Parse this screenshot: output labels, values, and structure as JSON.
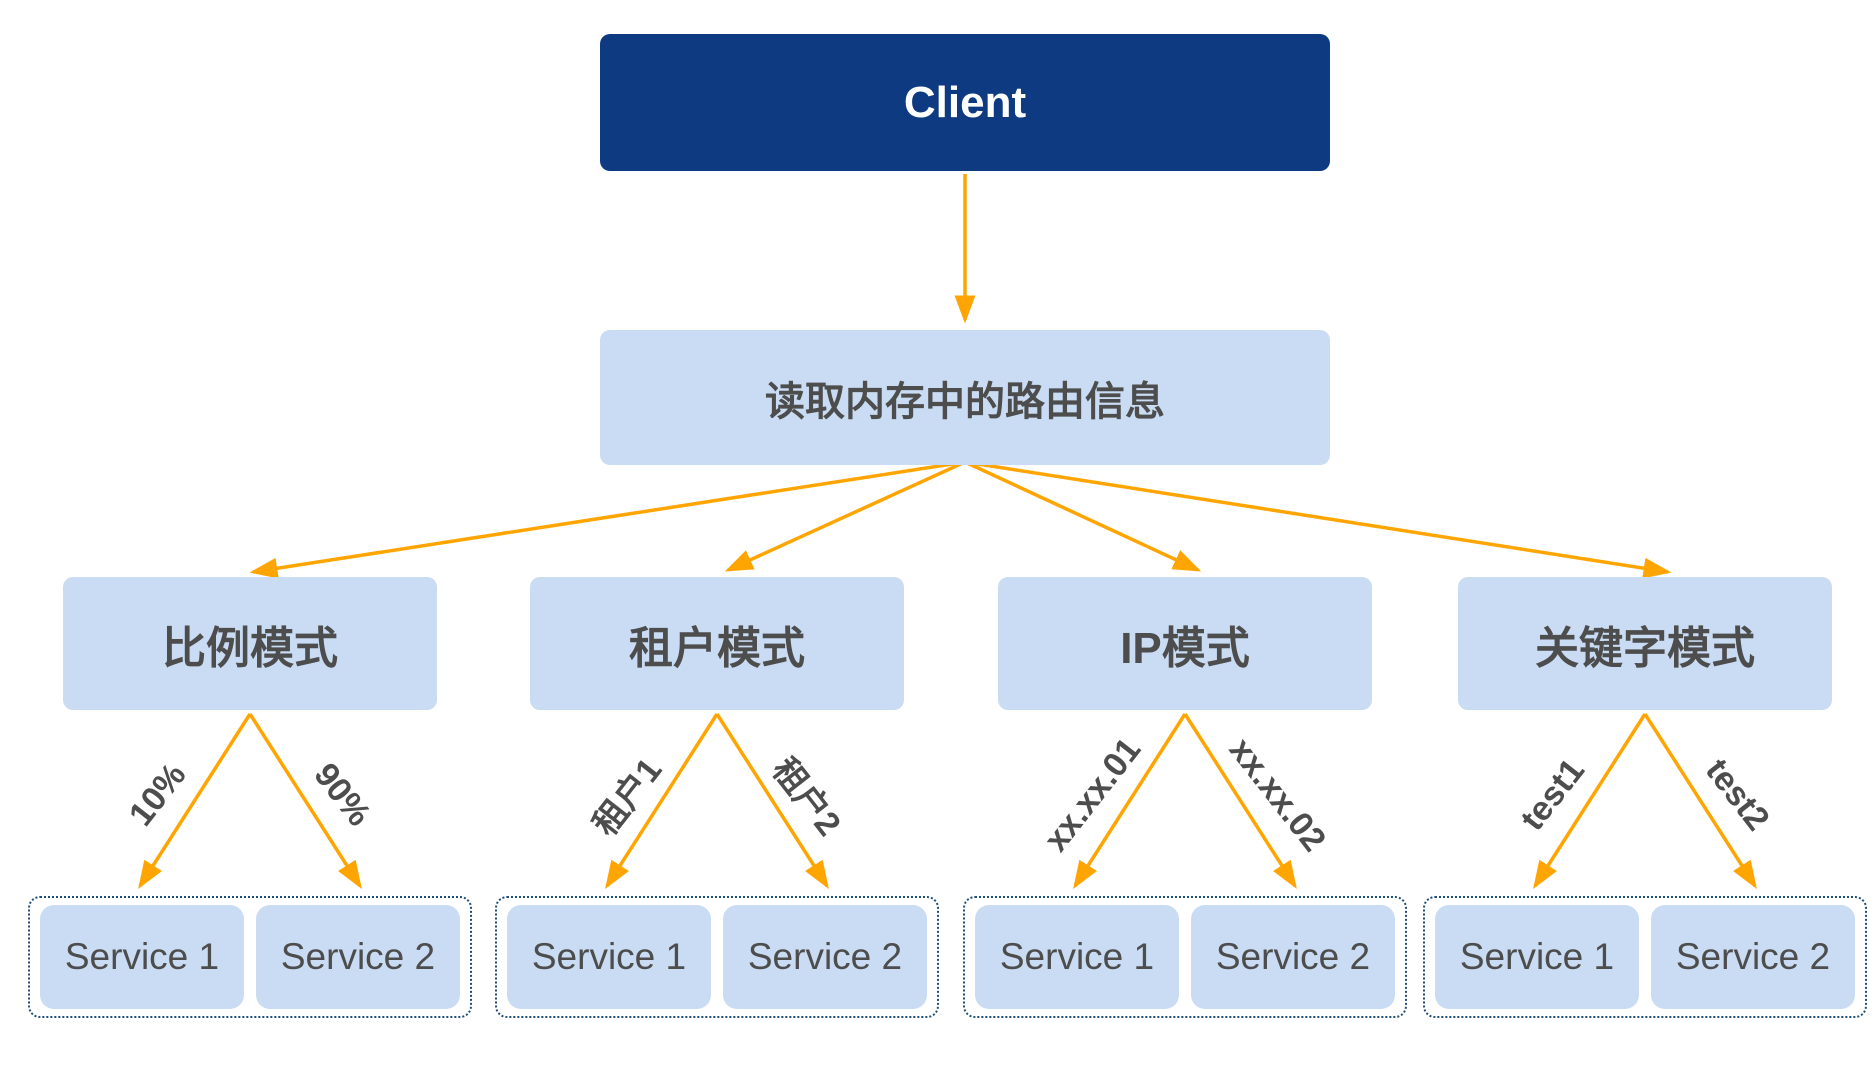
{
  "diagram": {
    "client": {
      "label": "Client"
    },
    "router": {
      "label": "读取内存中的路由信息"
    },
    "modes": [
      {
        "label": "比例模式",
        "left_branch": "10%",
        "right_branch": "90%",
        "services": [
          "Service 1",
          "Service 2"
        ]
      },
      {
        "label": "租户模式",
        "left_branch": "租户1",
        "right_branch": "租户2",
        "services": [
          "Service 1",
          "Service 2"
        ]
      },
      {
        "label": "IP模式",
        "left_branch": "xx.xx.01",
        "right_branch": "xx.xx.02",
        "services": [
          "Service 1",
          "Service 2"
        ]
      },
      {
        "label": "关键字模式",
        "left_branch": "test1",
        "right_branch": "test2",
        "services": [
          "Service 1",
          "Service 2"
        ]
      }
    ],
    "colors": {
      "navy": "#0d3a80",
      "lightblue": "#c9dcf4",
      "arrow": "#ffa502",
      "text": "#4d4d4d",
      "dotted": "#1f4e79"
    }
  }
}
